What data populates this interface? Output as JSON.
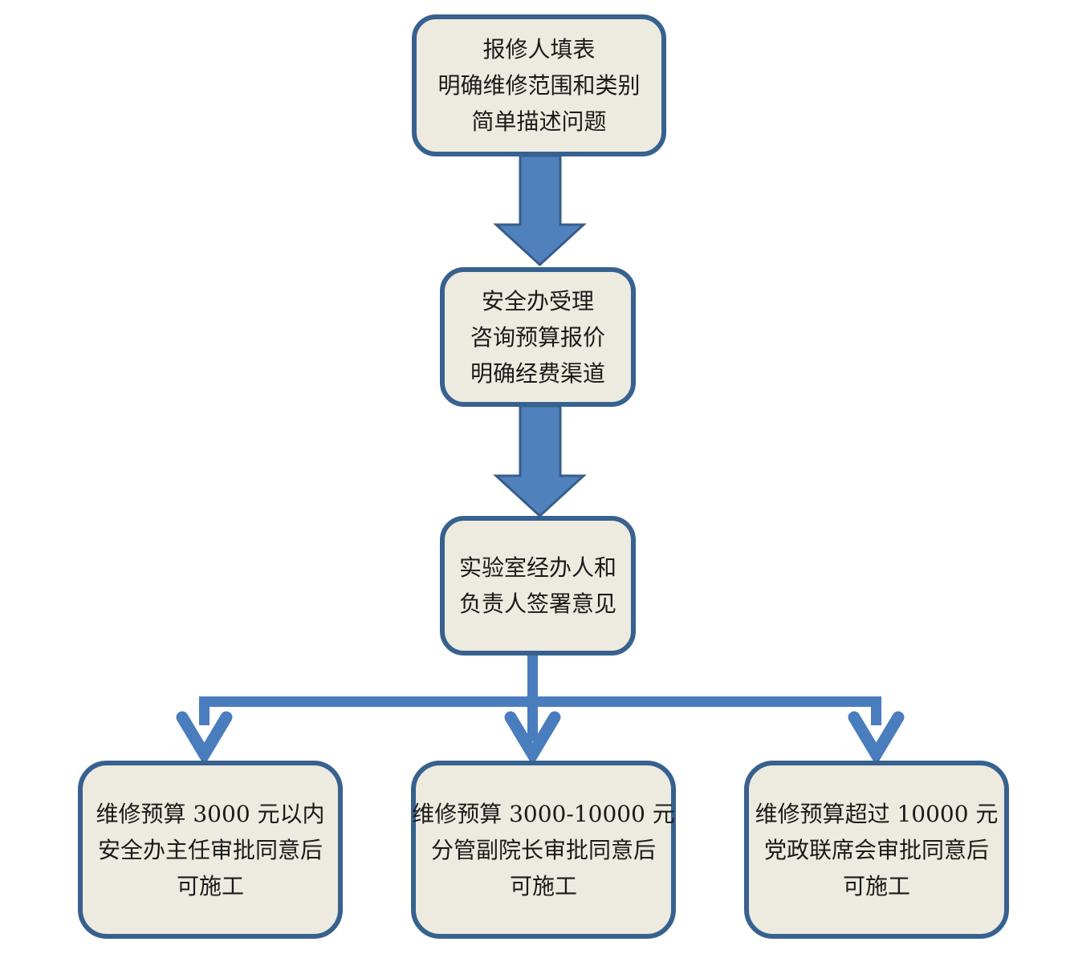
{
  "colors": {
    "box_fill": "#EDEADF",
    "box_border": "#37618F",
    "arrow_fill": "#4F81BD",
    "arrow_outline": "#385D8A",
    "connector": "#4A7DBD",
    "text": "#1A1A1A",
    "background": "#FFFFFF"
  },
  "flowchart": {
    "type": "top-down process flowchart with three-way branch",
    "nodes": [
      {
        "id": "node-1",
        "lines": [
          "报修人填表",
          "明确维修范围和类别",
          "简单描述问题"
        ]
      },
      {
        "id": "node-2",
        "lines": [
          "安全办受理",
          "咨询预算报价",
          "明确经费渠道"
        ]
      },
      {
        "id": "node-3",
        "lines": [
          "实验室经办人和",
          "负责人签署意见"
        ]
      },
      {
        "id": "node-4",
        "lines": [
          "维修预算 3000 元以内",
          "安全办主任审批同意后",
          "可施工"
        ]
      },
      {
        "id": "node-5",
        "lines": [
          "维修预算 3000-10000 元",
          "分管副院长审批同意后",
          "可施工"
        ]
      },
      {
        "id": "node-6",
        "lines": [
          "维修预算超过 10000 元",
          "党政联席会审批同意后",
          "可施工"
        ]
      }
    ],
    "edges": [
      {
        "from": "node-1",
        "to": "node-2",
        "type": "block-arrow"
      },
      {
        "from": "node-2",
        "to": "node-3",
        "type": "block-arrow"
      },
      {
        "from": "node-3",
        "to": "node-4",
        "type": "line-arrow"
      },
      {
        "from": "node-3",
        "to": "node-5",
        "type": "line-arrow"
      },
      {
        "from": "node-3",
        "to": "node-6",
        "type": "line-arrow"
      }
    ]
  }
}
